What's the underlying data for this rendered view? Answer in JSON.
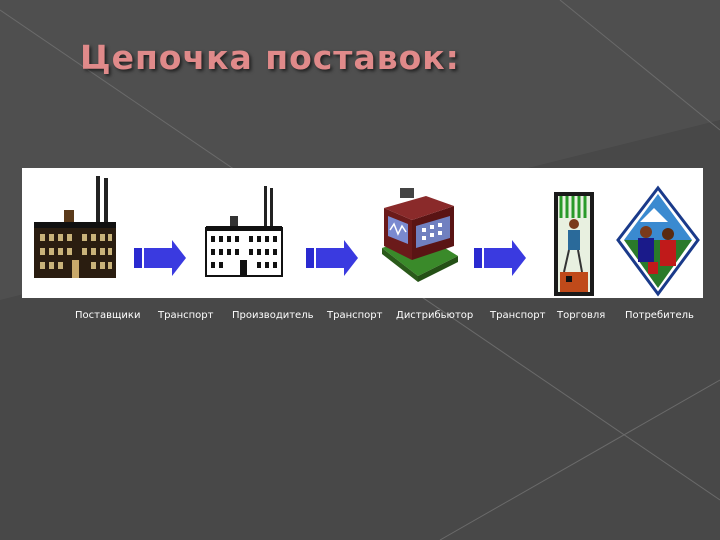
{
  "slide": {
    "title": "Цепочка поставок:",
    "title_color": "#e08a8a",
    "background_color": "#4a4a4a"
  },
  "chain": {
    "nodes": [
      {
        "label": "Поставщики",
        "icon": "factory-icon"
      },
      {
        "label": "Транспорт",
        "icon": "arrow-right-icon"
      },
      {
        "label": "Производитель",
        "icon": "factory-icon"
      },
      {
        "label": "Транспорт",
        "icon": "arrow-right-icon"
      },
      {
        "label": "Дистрибьютор",
        "icon": "warehouse-icon"
      },
      {
        "label": "Транспорт",
        "icon": "arrow-right-icon"
      },
      {
        "label": "Торговля",
        "icon": "shop-window-icon"
      },
      {
        "label": "Потребитель",
        "icon": "consumer-icon"
      }
    ],
    "arrow_color": "#3a3ae0"
  }
}
